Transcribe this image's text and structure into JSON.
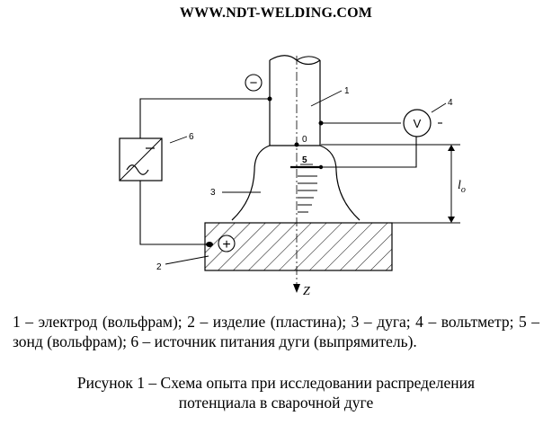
{
  "header": {
    "site_url": "WWW.NDT-WELDING.COM"
  },
  "diagram": {
    "labels": {
      "electrode": "1",
      "workpiece": "2",
      "arc": "3",
      "voltmeter": "4",
      "probe": "5",
      "power_source": "6",
      "zero_point": "0",
      "distance": "l",
      "distance_sub": "o",
      "z_axis": "Z",
      "voltmeter_symbol": "V",
      "minus": "−",
      "plus": "+"
    }
  },
  "legend": {
    "text": "1 – электрод (вольфрам); 2 – изделие (пластина); 3 – дуга; 4 – вольтметр; 5 – зонд (вольфрам); 6 – источник питания дуги (выпрямитель)."
  },
  "caption": {
    "line1": "Рисунок 1 – Схема опыта при исследовании распределения",
    "line2": "потенциала в сварочной дуге"
  }
}
